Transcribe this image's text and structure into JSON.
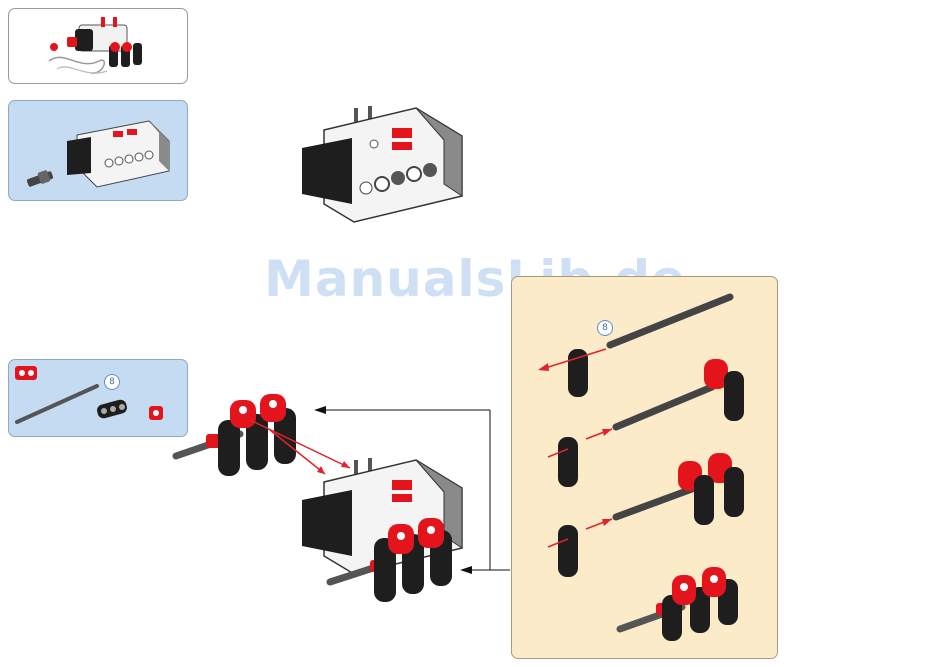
{
  "watermark": "ManualsLib.de",
  "parts_callout": {
    "axle_length_badge": "8"
  },
  "sub_assembly": {
    "axle_length_badge": "8"
  },
  "colors": {
    "arrow_red": "#e0242b",
    "part_red": "#e3141b",
    "part_black": "#1e1e1e",
    "part_gray": "#6a6a6a",
    "blue_panel": "#c5dbf1",
    "sub_panel": "#fbebc9"
  }
}
